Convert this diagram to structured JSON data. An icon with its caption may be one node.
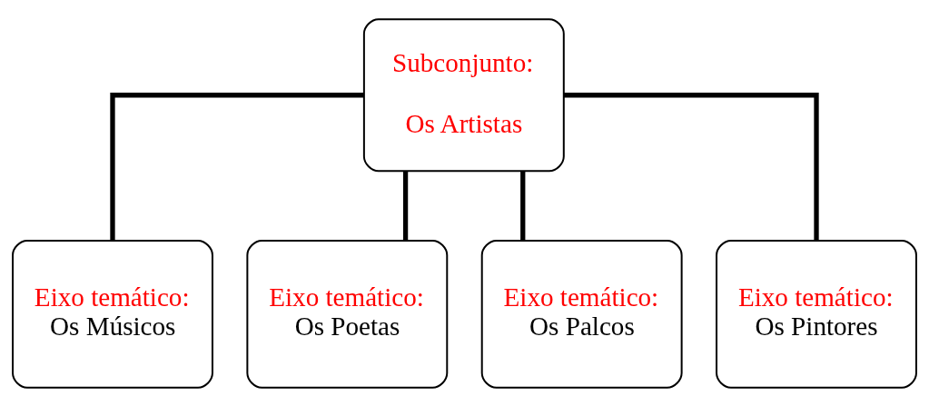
{
  "diagram": {
    "nodes": [
      {
        "text": [
          "Subconjunto:",
          "Os Artistas"
        ]
      },
      {
        "text": [
          "Eixo temático:",
          "Os Músicos"
        ]
      },
      {
        "text": [
          "Eixo temático:",
          "Os Poetas"
        ]
      },
      {
        "text": [
          "Eixo temático:",
          "Os Palcos"
        ]
      },
      {
        "text": [
          "Eixo temático:",
          "Os Pintores"
        ]
      }
    ],
    "edges": [
      {
        "from": 0,
        "to": 1,
        "arrow": "none"
      },
      {
        "from": 0,
        "to": 2,
        "arrow": "none"
      },
      {
        "from": 0,
        "to": 3,
        "arrow": "none"
      },
      {
        "from": 0,
        "to": 4,
        "arrow": "none"
      }
    ]
  }
}
